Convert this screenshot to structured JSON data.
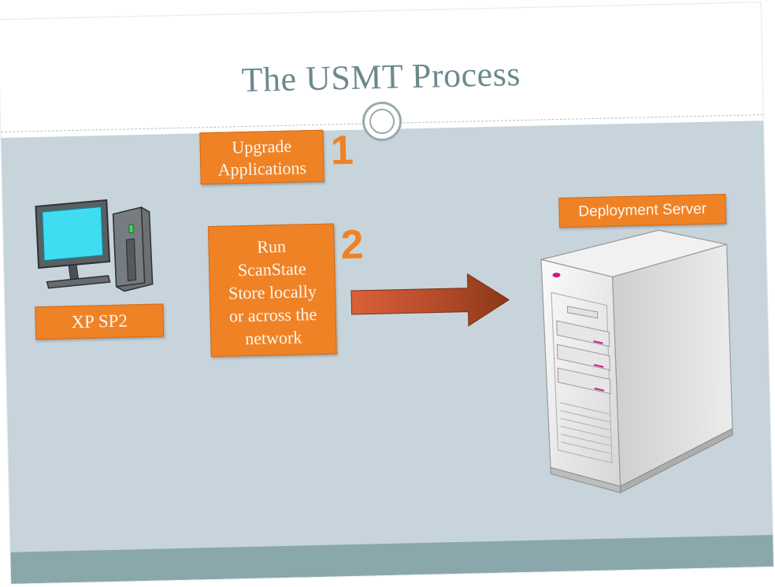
{
  "slide": {
    "title": "The USMT Process"
  },
  "steps": [
    {
      "number": "1",
      "label_lines": [
        "Upgrade",
        "Applications"
      ]
    },
    {
      "number": "2",
      "label_lines": [
        "Run",
        "ScanState",
        "Store locally",
        "or across the",
        "network"
      ]
    }
  ],
  "source": {
    "label": "XP SP2",
    "icon": "desktop-computer-icon"
  },
  "target": {
    "label": "Deployment Server",
    "icon": "server-tower-icon"
  },
  "connector": {
    "icon": "arrow-right-icon"
  },
  "colors": {
    "accent": "#f08226",
    "title": "#6c8a8e",
    "background": "#c8d4db",
    "footer": "#8aa8ac"
  }
}
